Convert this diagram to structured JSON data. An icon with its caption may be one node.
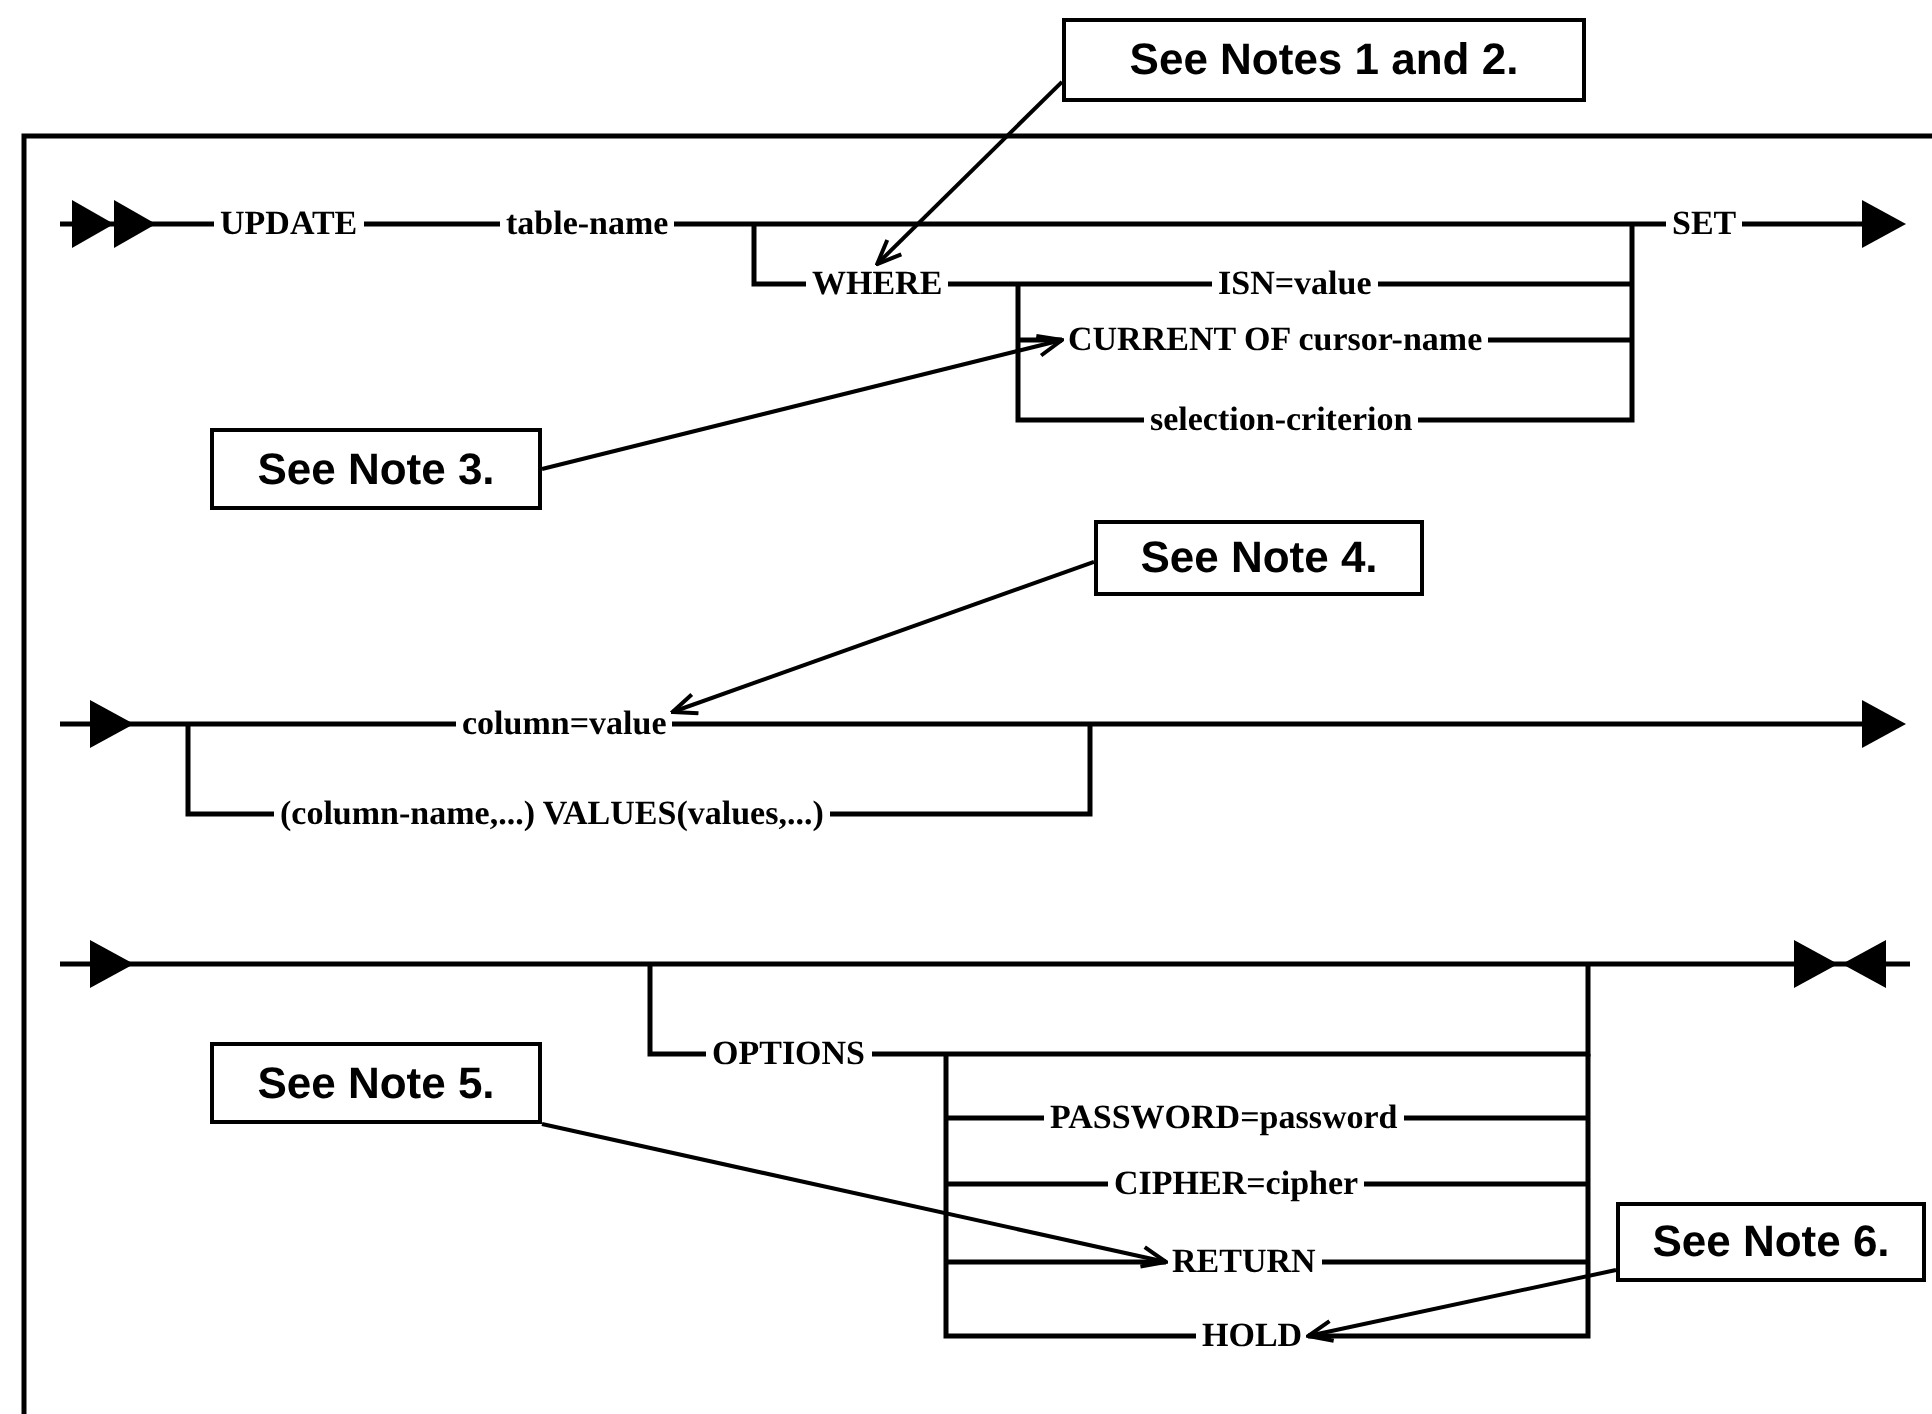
{
  "diagram": {
    "nodes": [
      {
        "text": [
          "See Notes 1 and 2."
        ]
      },
      {
        "text": [
          "UPDATE"
        ]
      },
      {
        "text": [
          "table-name"
        ]
      },
      {
        "text": [
          "SET"
        ]
      },
      {
        "text": [
          "WHERE"
        ]
      },
      {
        "text": [
          "ISN=value"
        ]
      },
      {
        "text": [
          "CURRENT OF cursor-name"
        ]
      },
      {
        "text": [
          "See Note 3."
        ]
      },
      {
        "text": [
          "selection-criterion"
        ]
      },
      {
        "text": [
          "See Note 4."
        ]
      },
      {
        "text": [
          "column=value"
        ]
      },
      {
        "text": [
          "(column-name,...) VALUES(values,...)"
        ]
      },
      {
        "text": [
          "OPTIONS"
        ]
      },
      {
        "text": [
          "See Note 5."
        ]
      },
      {
        "text": [
          "PASSWORD=password"
        ]
      },
      {
        "text": [
          "CIPHER=cipher"
        ]
      },
      {
        "text": [
          "RETURN"
        ]
      },
      {
        "text": [
          "See Note 6."
        ]
      },
      {
        "text": [
          "HOLD"
        ]
      }
    ],
    "edges": [
      {
        "from": 0,
        "to": 4,
        "arrow": "to"
      },
      {
        "from": 7,
        "to": 6,
        "arrow": "to"
      },
      {
        "from": 9,
        "to": 10,
        "arrow": "to"
      },
      {
        "from": 13,
        "to": 16,
        "arrow": "to"
      },
      {
        "from": 17,
        "to": 18,
        "arrow": "to"
      }
    ]
  }
}
